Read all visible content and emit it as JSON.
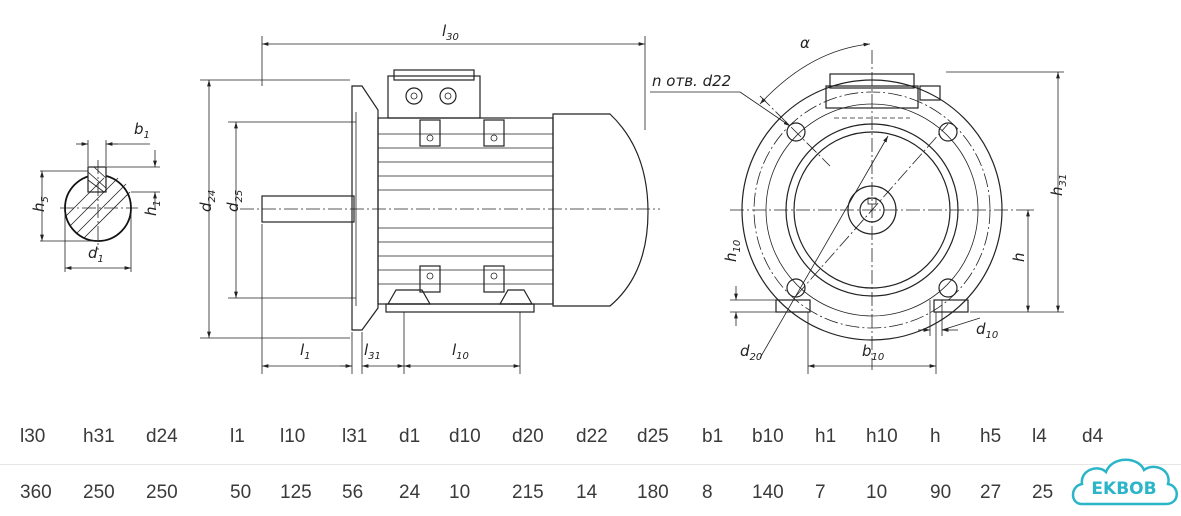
{
  "drawing": {
    "labels": {
      "l30": "l30",
      "l1": "l1",
      "l31": "l31",
      "l10": "l10",
      "d24": "d24",
      "d25": "d25",
      "b1": "b1",
      "h5": "h5",
      "h1": "h1",
      "d1": "d1",
      "n_otv_d22": "n отв. d22",
      "alpha": "α",
      "h31": "h31",
      "h": "h",
      "h10": "h10",
      "d10": "d10",
      "d20": "d20",
      "b10": "b10"
    }
  },
  "table": {
    "headers": [
      "l30",
      "h31",
      "d24",
      "l1",
      "l10",
      "l31",
      "d1",
      "d10",
      "d20",
      "d22",
      "d25",
      "b1",
      "b10",
      "h1",
      "h10",
      "h",
      "h5",
      "l4",
      "d4"
    ],
    "values": [
      "360",
      "250",
      "250",
      "50",
      "125",
      "56",
      "24",
      "10",
      "215",
      "14",
      "180",
      "8",
      "140",
      "7",
      "10",
      "90",
      "27",
      "25",
      ""
    ]
  },
  "logo": {
    "text": "EKBOB",
    "color": "#2bb5c8"
  }
}
